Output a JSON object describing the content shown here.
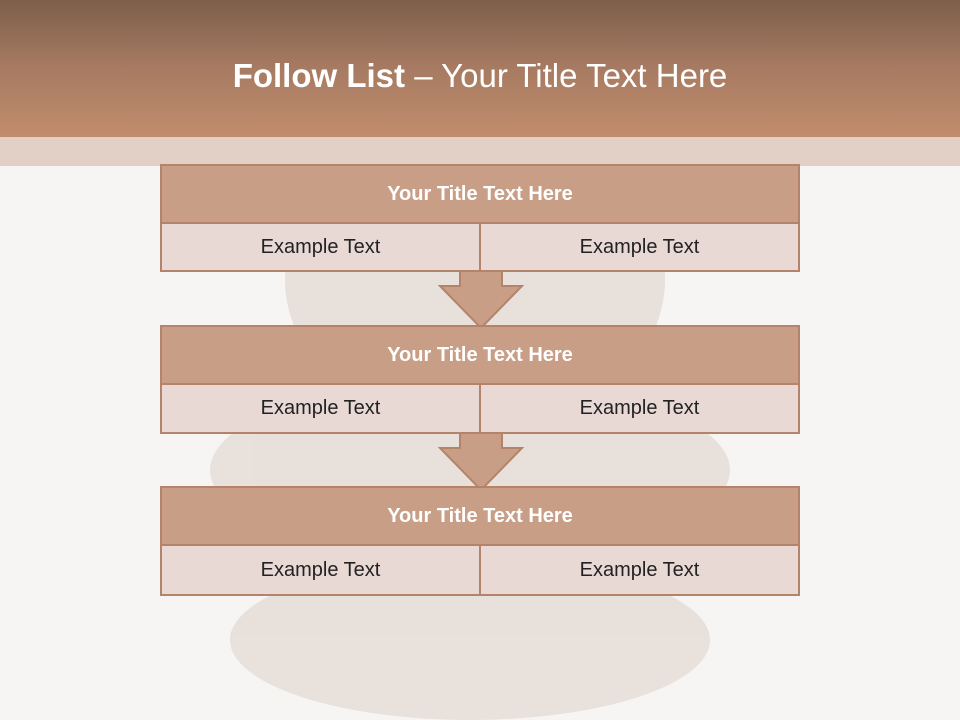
{
  "header": {
    "title_bold": "Follow List",
    "title_rest": "– Your Title Text Here"
  },
  "steps": [
    {
      "title": "Your Title Text Here",
      "left": "Example Text",
      "right": "Example Text"
    },
    {
      "title": "Your Title Text Here",
      "left": "Example Text",
      "right": "Example Text"
    },
    {
      "title": "Your Title Text Here",
      "left": "Example Text",
      "right": "Example Text"
    }
  ],
  "colors": {
    "header_top": "#7e5e4b",
    "header_bottom": "#c18c6c",
    "block_title": "#c89e86",
    "block_cell": "#e9d9d5",
    "border": "#b4846a"
  },
  "icons": {
    "connector": "down-arrow-icon",
    "background": "kitten-photo"
  }
}
